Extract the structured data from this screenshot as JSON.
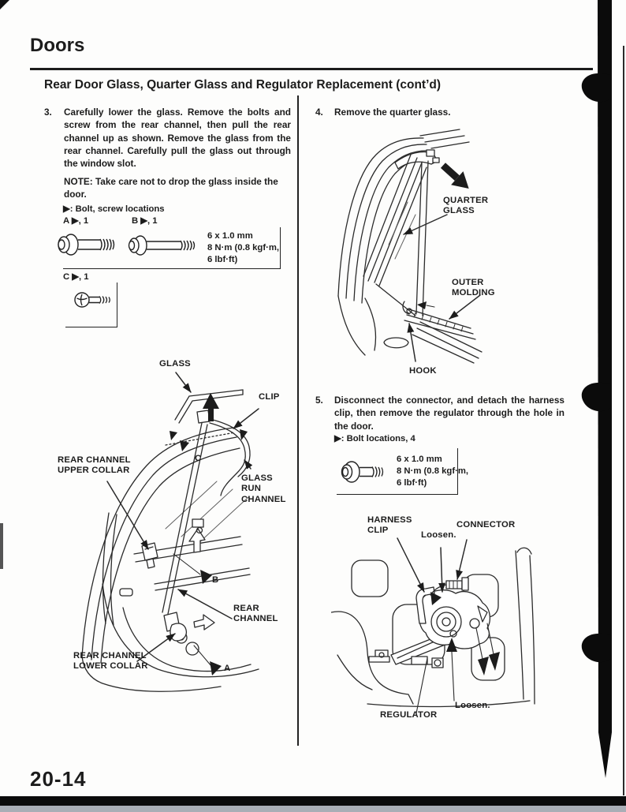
{
  "header": {
    "section": "Doors",
    "title": "Rear Door Glass, Quarter Glass and Regulator Replacement (cont’d)"
  },
  "steps": {
    "step3_num": "3.",
    "step3_text": "Carefully lower the glass. Remove the bolts and screw from the rear channel, then pull the rear channel up as shown. Remove the glass from the rear channel. Carefully pull the glass out through the window slot.",
    "step3_note": "NOTE: Take care not to drop the glass inside the door.",
    "step4_num": "4.",
    "step4_text": "Remove the quarter glass.",
    "step5_num": "5.",
    "step5_text": "Disconnect the connector, and detach the harness clip, then remove the regulator through the hole in the door."
  },
  "fasteners": {
    "legend_bolt_screw": "▶: Bolt, screw locations",
    "location_a": "A ▶, 1",
    "location_b": "B ▶, 1",
    "location_c": "C ▶, 1",
    "spec_ab": "6 x 1.0 mm\n8 N·m (0.8 kgf·m,\n6 lbf·ft)",
    "legend_bolt_4": "▶: Bolt locations, 4",
    "spec_5": "6 x 1.0 mm\n8 N·m (0.8 kgf·m,\n6 lbf·ft)"
  },
  "door_diagram": {
    "glass": "GLASS",
    "clip": "CLIP",
    "upper_collar": "REAR CHANNEL\nUPPER COLLAR",
    "glass_run_channel": "GLASS\nRUN\nCHANNEL",
    "rear_channel": "REAR\nCHANNEL",
    "lower_collar": "REAR CHANNEL\nLOWER COLLAR",
    "marker_a": "A",
    "marker_b": "B",
    "marker_c": "C"
  },
  "quarter_diagram": {
    "quarter_glass": "QUARTER\nGLASS",
    "outer_molding": "OUTER\nMOLDING",
    "hook": "HOOK"
  },
  "regulator_diagram": {
    "harness_clip": "HARNESS\nCLIP",
    "connector": "CONNECTOR",
    "loosen_top": "Loosen.",
    "loosen_bottom": "Loosen.",
    "regulator": "REGULATOR"
  },
  "footer": {
    "page_number": "20-14"
  },
  "colors": {
    "ink": "#1c1c1c",
    "paper": "#fdfdfc",
    "binder": "#0b0b0b",
    "footer_gray": "#a9aeb6"
  }
}
